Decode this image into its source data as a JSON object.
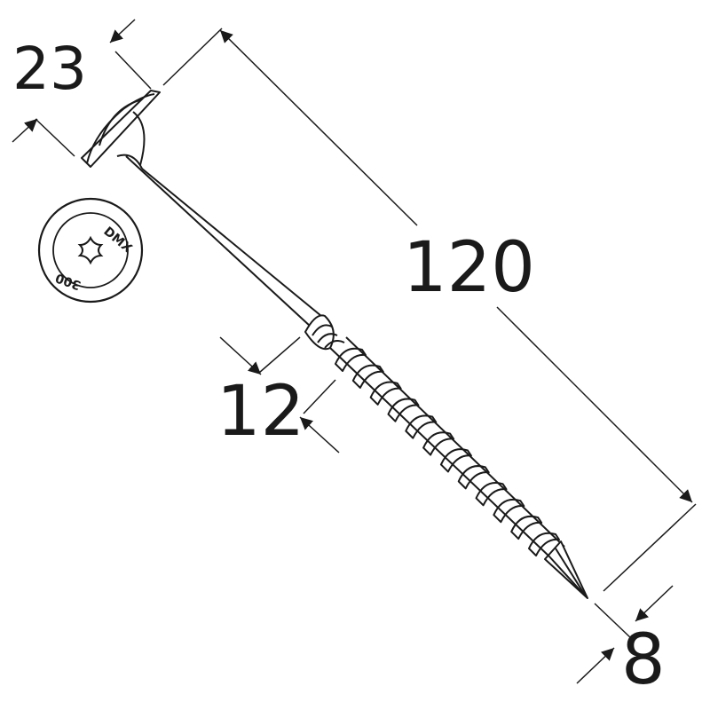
{
  "dimensions": {
    "head_diameter": "23",
    "length": "120",
    "thread_length": "12",
    "shank_diameter": "8"
  },
  "head_marking": {
    "brand": "DMX",
    "code": "300"
  },
  "colors": {
    "stroke": "#1a1a1a",
    "background": "#ffffff"
  }
}
